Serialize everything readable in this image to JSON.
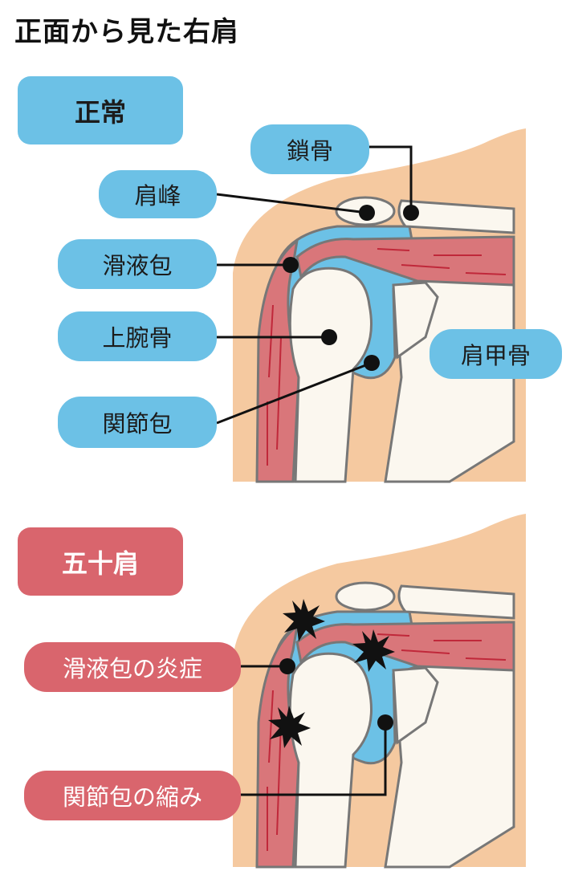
{
  "title": "正面から見た右肩",
  "normal": {
    "heading": "正常",
    "labels": {
      "clavicle": "鎖骨",
      "acromion": "肩峰",
      "bursa": "滑液包",
      "humerus": "上腕骨",
      "capsule": "関節包",
      "scapula": "肩甲骨"
    }
  },
  "frozen": {
    "heading": "五十肩",
    "labels": {
      "bursa_inflammation": "滑液包の炎症",
      "capsule_contraction": "関節包の縮み"
    }
  },
  "colors": {
    "label_blue": "#6cc1e6",
    "label_red": "#d9656d",
    "skin": "#f5c9a0",
    "muscle": "#d9767a",
    "bursa": "#6cc1e6",
    "bone": "#fbf7ef"
  }
}
